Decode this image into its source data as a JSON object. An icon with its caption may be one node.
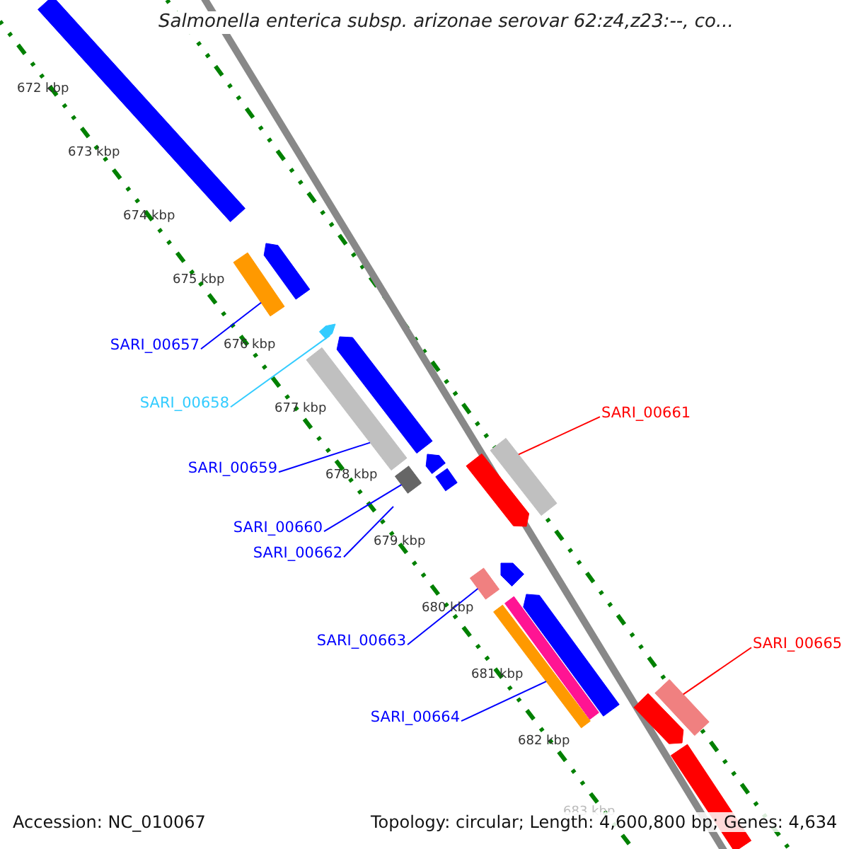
{
  "diagram": {
    "title": "Salmonella enterica subsp. arizonae serovar 62:z4,z23:--, co...",
    "nodes": [
      {
        "text": [
          "SARI_00657"
        ]
      },
      {
        "text": [],
        "shape": "bar"
      },
      {
        "text": [
          "SARI_00658"
        ]
      },
      {
        "text": [],
        "shape": "bar"
      },
      {
        "text": [
          "SARI_00659"
        ]
      },
      {
        "text": [],
        "shape": "bar"
      },
      {
        "text": [
          "SARI_00660"
        ]
      },
      {
        "text": [],
        "shape": "bar"
      },
      {
        "text": [
          "SARI_00662"
        ]
      },
      {
        "text": [
          "SARI_00661"
        ]
      },
      {
        "text": [],
        "shape": "bar"
      },
      {
        "text": [
          "SARI_00663"
        ]
      },
      {
        "text": [],
        "shape": "bar"
      },
      {
        "text": [
          "SARI_00664"
        ]
      },
      {
        "text": [],
        "shape": "bar"
      },
      {
        "text": [
          "SARI_00665"
        ]
      },
      {
        "text": [],
        "shape": "bar"
      },
      {
        "text": [],
        "shape": "bar"
      },
      {
        "text": [],
        "shape": "bar"
      },
      {
        "text": [],
        "shape": "bar"
      },
      {
        "text": [],
        "shape": "bar"
      },
      {
        "text": [],
        "shape": "bar"
      },
      {
        "text": [],
        "shape": "bar"
      },
      {
        "text": [],
        "shape": "bar"
      },
      {
        "text": [],
        "shape": "bar"
      },
      {
        "text": [],
        "shape": "bar"
      },
      {
        "text": [],
        "shape": "bar"
      },
      {
        "text": [],
        "shape": "bar"
      }
    ],
    "edges": [
      {
        "from": 0,
        "to": 1,
        "arrow": "none"
      },
      {
        "from": 2,
        "to": 3,
        "arrow": "none",
        "color": "#33ccff"
      },
      {
        "from": 4,
        "to": 5,
        "arrow": "none"
      },
      {
        "from": 6,
        "to": 7,
        "arrow": "none"
      },
      {
        "from": 8,
        "to": null,
        "arrow": "none"
      },
      {
        "from": 9,
        "to": 10,
        "arrow": "none",
        "color": "#ff0000"
      },
      {
        "from": 11,
        "to": 12,
        "arrow": "none"
      },
      {
        "from": 13,
        "to": 14,
        "arrow": "none"
      },
      {
        "from": 15,
        "to": 16,
        "arrow": "none",
        "color": "#ff0000"
      }
    ],
    "labels": [
      "672 kbp",
      "673 kbp",
      "674 kbp",
      "675 kbp",
      "676 kbp",
      "677 kbp",
      "678 kbp",
      "679 kbp",
      "680 kbp",
      "681 kbp",
      "682 kbp",
      "683 kbp",
      "Accession: NC_010067",
      "Topology: circular; Length: 4,600,800 bp; Genes: 4,634"
    ]
  }
}
